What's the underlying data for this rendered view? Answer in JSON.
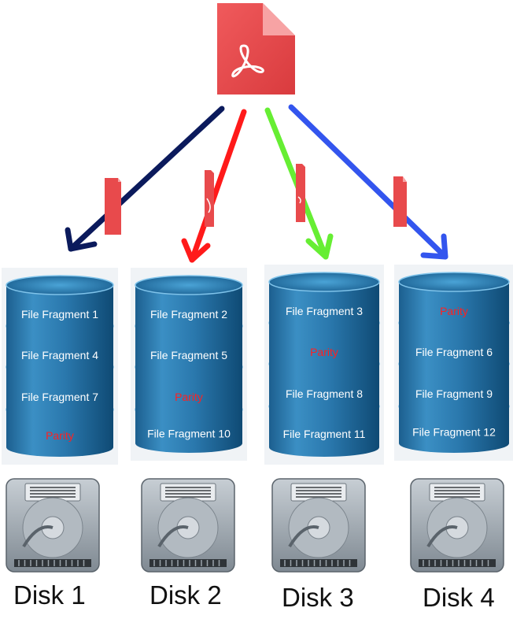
{
  "source_file": {
    "icon": "pdf-file-icon",
    "color": "#e84a4c"
  },
  "arrow_colors": [
    "#0b1a5c",
    "#ff1a1a",
    "#66ee33",
    "#3355ee"
  ],
  "stacks": [
    {
      "disk": "Disk 1",
      "fragments": [
        {
          "label": "File Fragment 1",
          "kind": "data"
        },
        {
          "label": "File Fragment 4",
          "kind": "data"
        },
        {
          "label": "File Fragment 7",
          "kind": "data"
        },
        {
          "label": "Parity",
          "kind": "parity"
        }
      ]
    },
    {
      "disk": "Disk 2",
      "fragments": [
        {
          "label": "File Fragment 2",
          "kind": "data"
        },
        {
          "label": "File Fragment 5",
          "kind": "data"
        },
        {
          "label": "Parity",
          "kind": "parity"
        },
        {
          "label": "File Fragment 10",
          "kind": "data"
        }
      ]
    },
    {
      "disk": "Disk 3",
      "fragments": [
        {
          "label": "File Fragment 3",
          "kind": "data"
        },
        {
          "label": "Parity",
          "kind": "parity"
        },
        {
          "label": "File Fragment 8",
          "kind": "data"
        },
        {
          "label": "File Fragment 11",
          "kind": "data"
        }
      ]
    },
    {
      "disk": "Disk 4",
      "fragments": [
        {
          "label": "Parity",
          "kind": "parity"
        },
        {
          "label": "File Fragment 6",
          "kind": "data"
        },
        {
          "label": "File Fragment 9",
          "kind": "data"
        },
        {
          "label": "File Fragment 12",
          "kind": "data"
        }
      ]
    }
  ],
  "colors": {
    "data_text": "#ffffff",
    "parity_text": "#ff2020",
    "disk_body": "#9aa4ad"
  }
}
